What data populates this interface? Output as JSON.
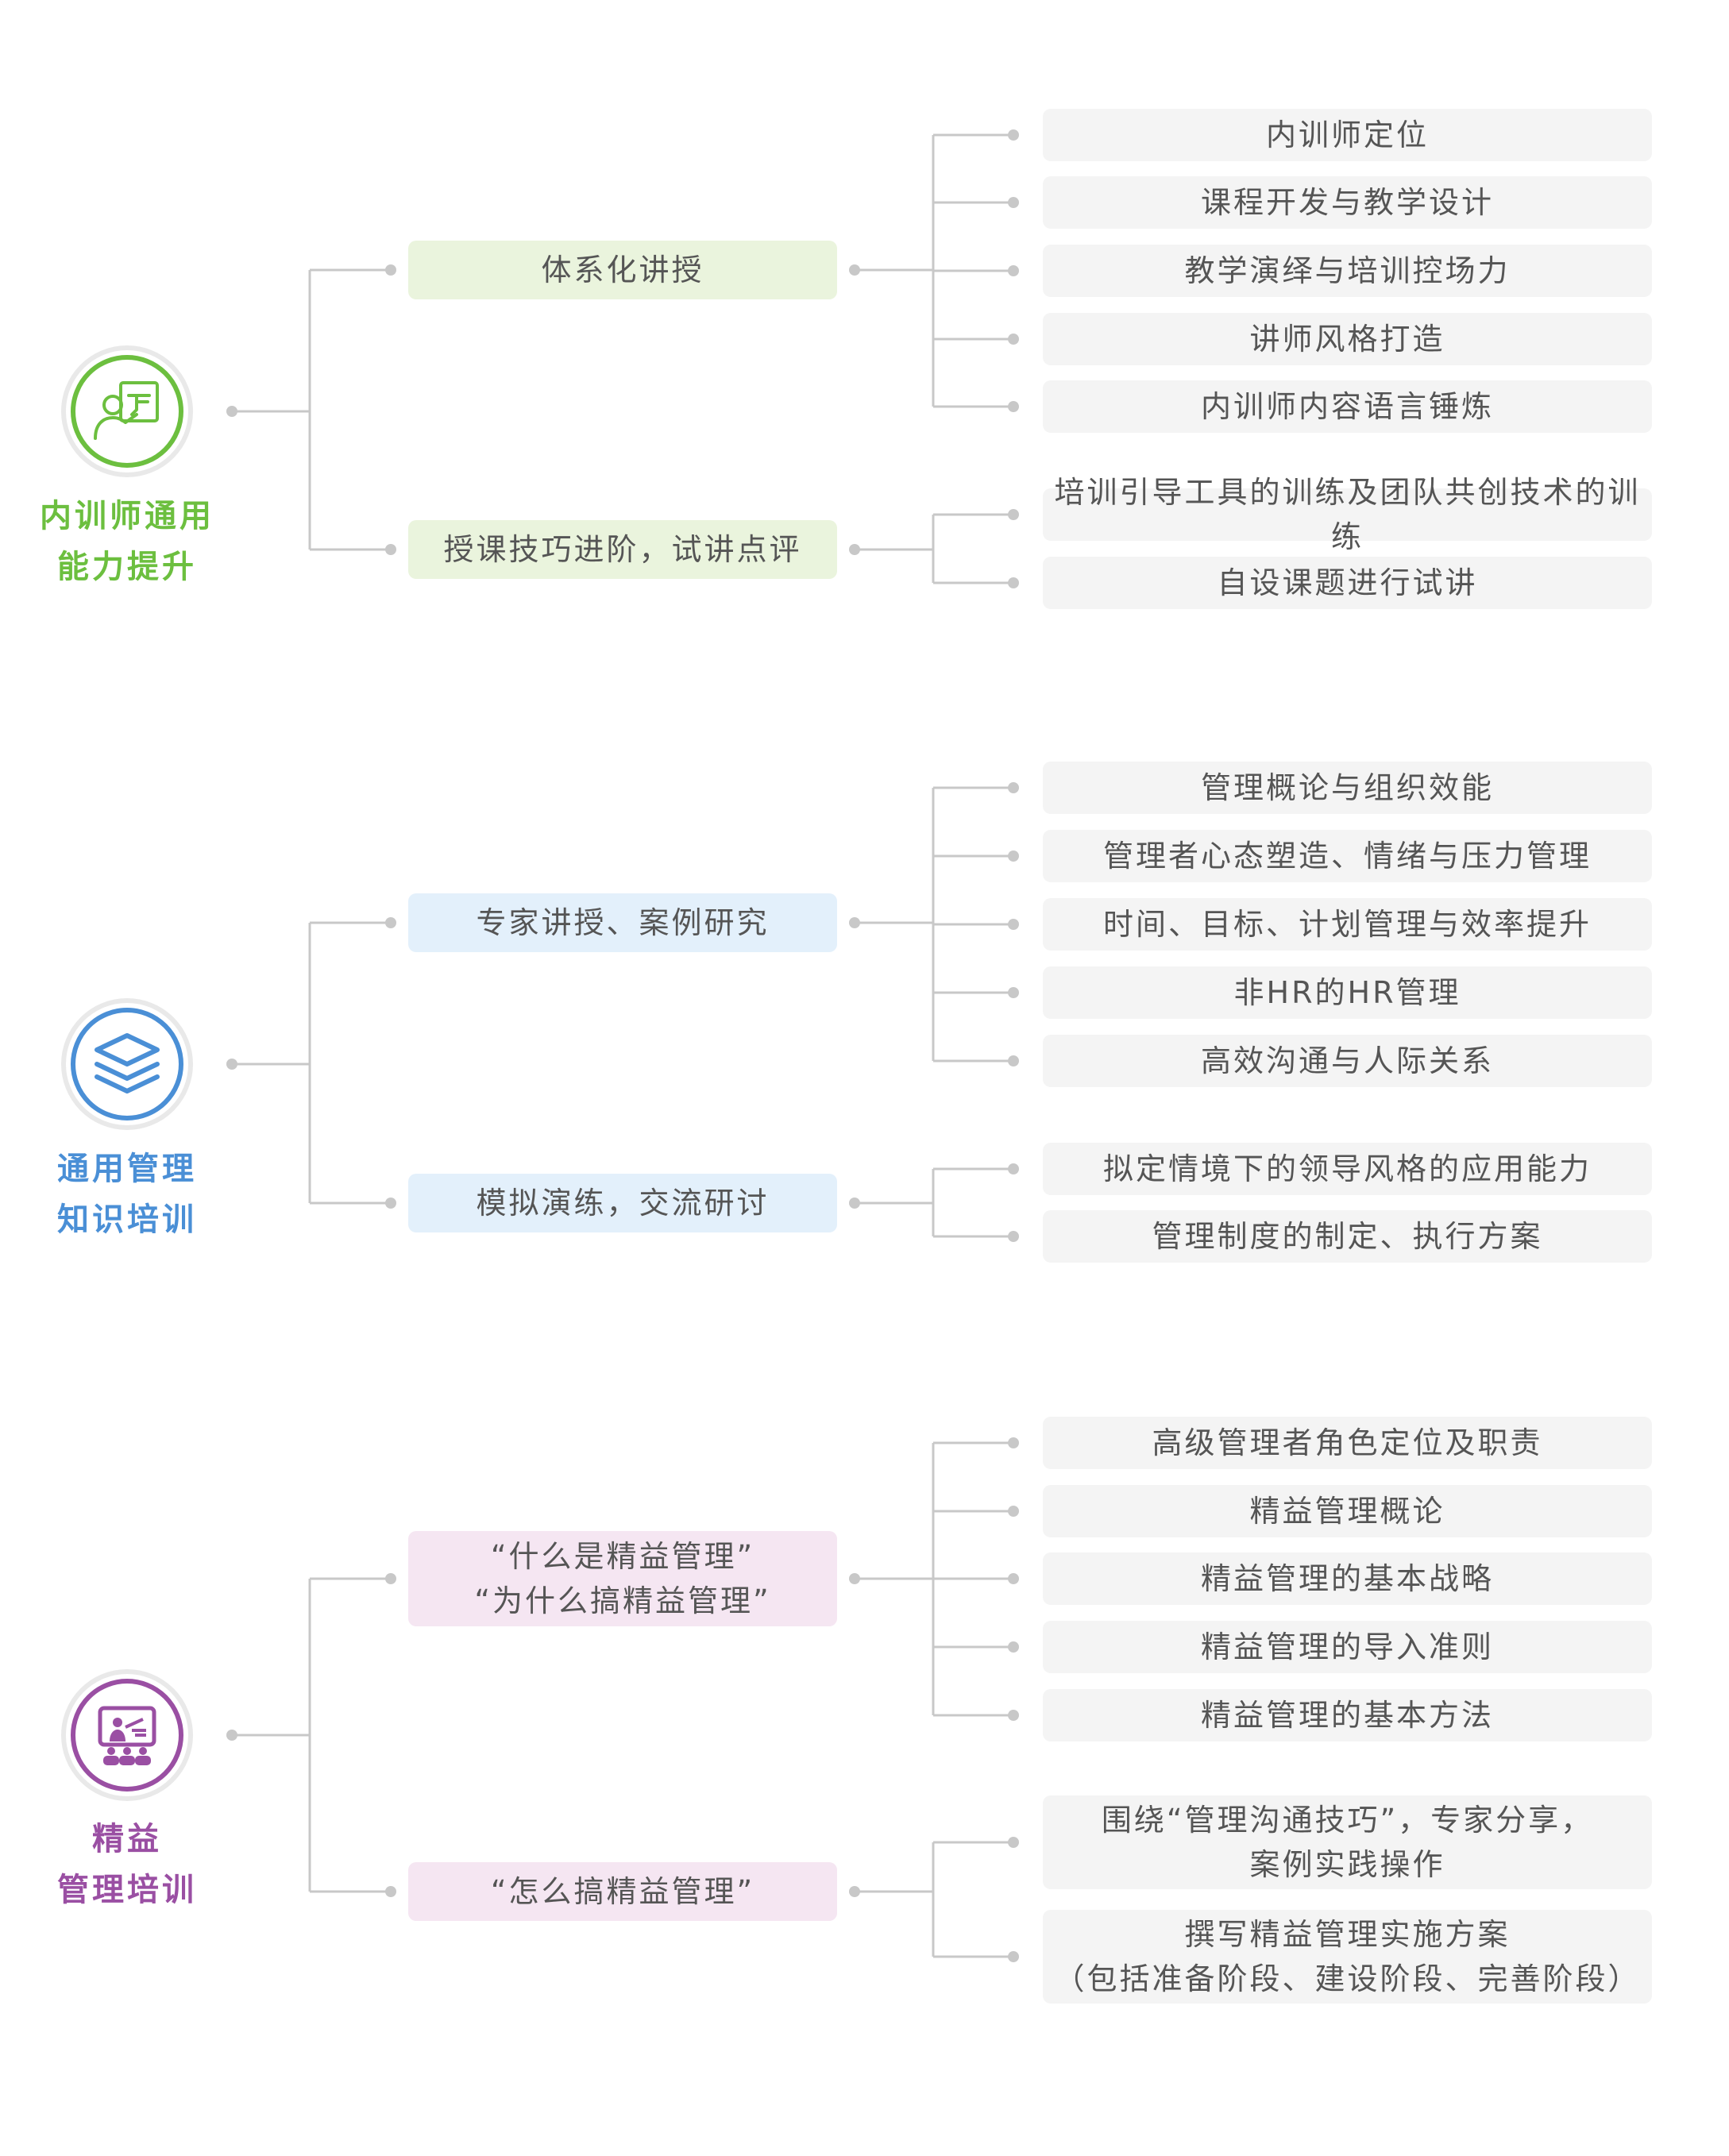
{
  "colors": {
    "green": "#6cbf3f",
    "blue": "#4a8fd6",
    "purple": "#9a4fa3",
    "green_fill": "#eaf4dd",
    "blue_fill": "#e3f0fb",
    "purple_fill": "#f5e6f2",
    "leaf_fill": "#f4f4f4",
    "line": "#c8c8c8"
  },
  "groups": [
    {
      "title_lines": [
        "内训师通用",
        "能力提升"
      ],
      "icon": "trainer-board-icon",
      "color": "#6cbf3f",
      "fill": "#eaf4dd",
      "branches": [
        {
          "lines": [
            "体系化讲授"
          ],
          "leaves": [
            [
              "内训师定位"
            ],
            [
              "课程开发与教学设计"
            ],
            [
              "教学演绎与培训控场力"
            ],
            [
              "讲师风格打造"
            ],
            [
              "内训师内容语言锤炼"
            ]
          ]
        },
        {
          "lines": [
            "授课技巧进阶，试讲点评"
          ],
          "leaves": [
            [
              "培训引导工具的训练及团队共创技术的训练"
            ],
            [
              "自设课题进行试讲"
            ]
          ]
        }
      ]
    },
    {
      "title_lines": [
        "通用管理",
        "知识培训"
      ],
      "icon": "layers-icon",
      "color": "#4a8fd6",
      "fill": "#e3f0fb",
      "branches": [
        {
          "lines": [
            "专家讲授、案例研究"
          ],
          "leaves": [
            [
              "管理概论与组织效能"
            ],
            [
              "管理者心态塑造、情绪与压力管理"
            ],
            [
              "时间、目标、计划管理与效率提升"
            ],
            [
              "非HR的HR管理"
            ],
            [
              "高效沟通与人际关系"
            ]
          ]
        },
        {
          "lines": [
            "模拟演练，交流研讨"
          ],
          "leaves": [
            [
              "拟定情境下的领导风格的应用能力"
            ],
            [
              "管理制度的制定、执行方案"
            ]
          ]
        }
      ]
    },
    {
      "title_lines": [
        "精益",
        "管理培训"
      ],
      "icon": "presentation-audience-icon",
      "color": "#9a4fa3",
      "fill": "#f5e6f2",
      "branches": [
        {
          "lines": [
            "“什么是精益管理”",
            "“为什么搞精益管理”"
          ],
          "leaves": [
            [
              "高级管理者角色定位及职责"
            ],
            [
              "精益管理概论"
            ],
            [
              "精益管理的基本战略"
            ],
            [
              "精益管理的导入准则"
            ],
            [
              "精益管理的基本方法"
            ]
          ]
        },
        {
          "lines": [
            "“怎么搞精益管理”"
          ],
          "leaves": [
            [
              "围绕“管理沟通技巧”，专家分享，",
              "案例实践操作"
            ],
            [
              "撰写精益管理实施方案",
              "（包括准备阶段、建设阶段、完善阶段）"
            ]
          ]
        }
      ]
    }
  ]
}
